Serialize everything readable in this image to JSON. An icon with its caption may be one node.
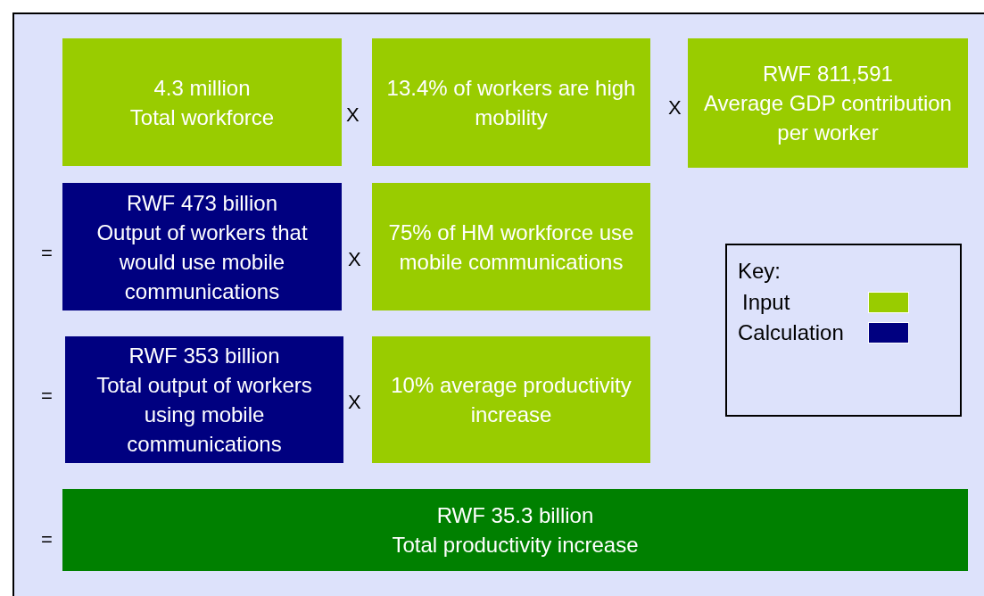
{
  "diagram": {
    "nodes": [
      {
        "text": [
          "4.3 million",
          "Total workforce"
        ]
      },
      {
        "text": [
          "13.4% of workers are high mobility"
        ]
      },
      {
        "text": [
          "RWF 811,591",
          "Average GDP contribution per worker"
        ]
      },
      {
        "text": [
          "RWF 473 billion",
          "Output of workers that would use mobile communications"
        ]
      },
      {
        "text": [
          "75% of HM workforce use mobile communications"
        ]
      },
      {
        "text": [
          "Key:"
        ]
      },
      {
        "text": [
          "RWF 353 billion",
          "Total output of workers using mobile communications"
        ]
      },
      {
        "text": [
          "10% average productivity increase"
        ]
      },
      {
        "text": [
          "RWF 35.3 billion",
          "Total productivity increase"
        ]
      }
    ],
    "labels": [
      "X",
      "X",
      "=",
      "X",
      "=",
      "X",
      "="
    ],
    "legend": [
      {
        "text": "Input",
        "color": "#99cc00"
      },
      {
        "text": "Calculation",
        "color": "#000080"
      }
    ]
  }
}
